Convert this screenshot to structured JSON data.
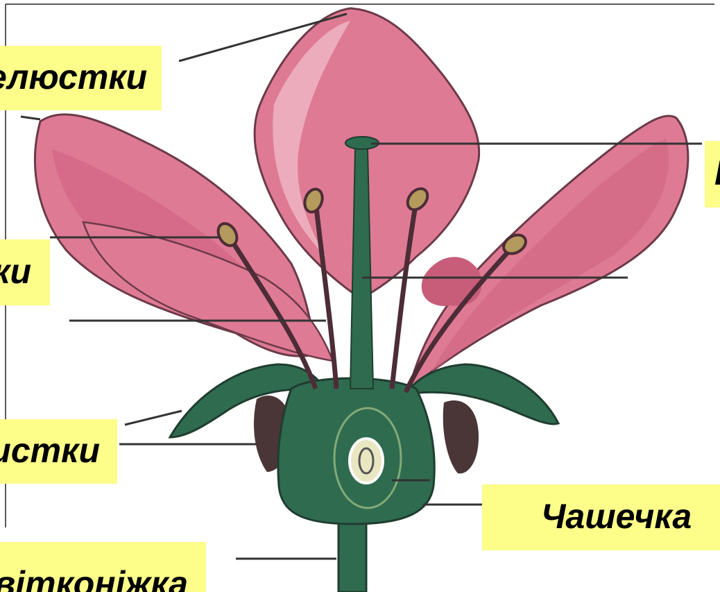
{
  "labels": {
    "petals": "Пелюстки",
    "stigma": "Приймочка",
    "stamens": "Тичинки",
    "sepals": "Чашолистки",
    "calyx": "Чашечка",
    "pedicel": "Квітконіжка"
  },
  "colors": {
    "background_edge": "#000000",
    "paper": "#ffffff",
    "label_fill": "#fdfd8a",
    "petal": "#df7a94",
    "petal_dark": "#cc5f7e",
    "petal_edge": "#f1c2cd",
    "stem_green": "#2f6b4f",
    "dark_sepal": "#4a3636",
    "stamen": "#4c2c37",
    "anther": "#b49a5c"
  }
}
